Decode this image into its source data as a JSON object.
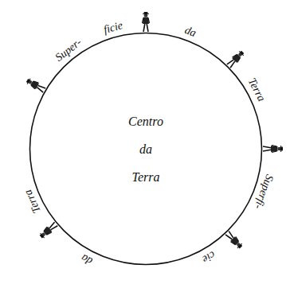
{
  "diagram": {
    "nodes": [
      {
        "text": [
          "Centro da Terra"
        ]
      }
    ],
    "labels": [
      "Super-",
      "ficie",
      "da",
      "Terra",
      "Superfi-",
      "cie",
      "da",
      "Terra"
    ]
  }
}
